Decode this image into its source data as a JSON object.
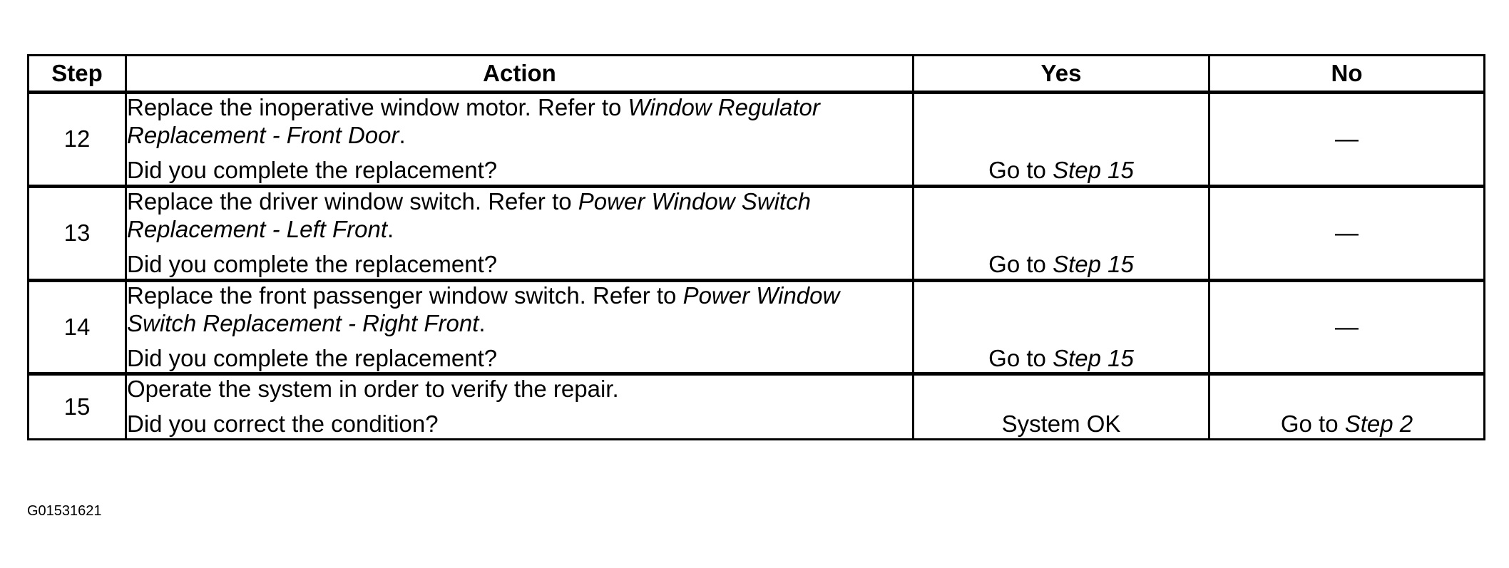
{
  "table": {
    "headers": {
      "step": "Step",
      "action": "Action",
      "yes": "Yes",
      "no": "No"
    },
    "rows": [
      {
        "step": "12",
        "action_text": "Replace the inoperative window motor. Refer to ",
        "action_ref": "Window Regulator Replacement - Front Door",
        "action_suffix": ".",
        "question": "Did you complete the replacement?",
        "yes_text": "Go to ",
        "yes_ref": "Step 15",
        "no_text": "—",
        "no_ref": ""
      },
      {
        "step": "13",
        "action_text": "Replace the driver window switch. Refer to ",
        "action_ref": "Power Window Switch Replacement - Left Front",
        "action_suffix": ".",
        "question": "Did you complete the replacement?",
        "yes_text": "Go to ",
        "yes_ref": "Step 15",
        "no_text": "—",
        "no_ref": ""
      },
      {
        "step": "14",
        "action_text": "Replace the front passenger window switch. Refer to ",
        "action_ref": "Power Window Switch Replacement - Right Front",
        "action_suffix": ".",
        "question": "Did you complete the replacement?",
        "yes_text": "Go to ",
        "yes_ref": "Step 15",
        "no_text": "—",
        "no_ref": ""
      },
      {
        "step": "15",
        "action_text": "Operate the system in order to verify the repair.",
        "action_ref": "",
        "action_suffix": "",
        "question": "Did you correct the condition?",
        "yes_text": "System OK",
        "yes_ref": "",
        "no_text": "Go to ",
        "no_ref": "Step 2"
      }
    ]
  },
  "figure_id": "G01531621"
}
